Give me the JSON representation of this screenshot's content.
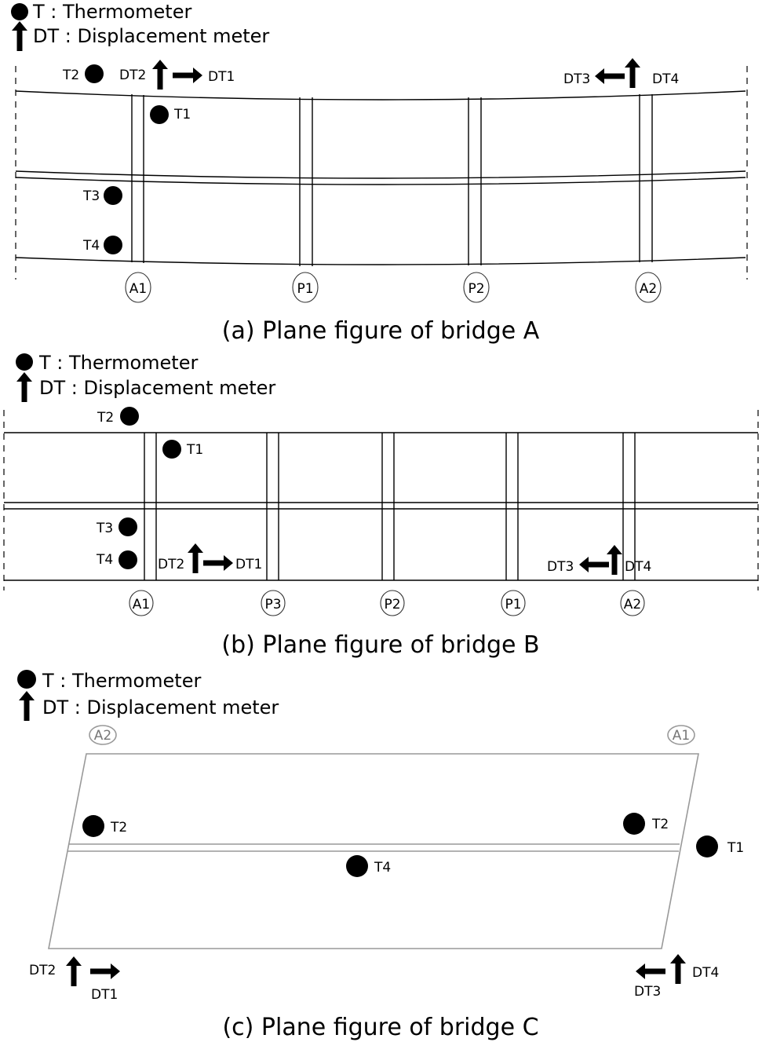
{
  "legend": {
    "thermometer": "T : Thermometer",
    "displacement": "DT : Displacement meter"
  },
  "captions": {
    "a": "(a) Plane figure of bridge A",
    "b": "(b) Plane figure of bridge B",
    "c": "(c) Plane figure of bridge C"
  },
  "bridge_a": {
    "supports": [
      "A1",
      "P1",
      "P2",
      "A2"
    ],
    "sensors": {
      "T1": "T1",
      "T2": "T2",
      "T3": "T3",
      "T4": "T4",
      "DT1": "DT1",
      "DT2": "DT2",
      "DT3": "DT3",
      "DT4": "DT4"
    }
  },
  "bridge_b": {
    "supports": [
      "A1",
      "P3",
      "P2",
      "P1",
      "A2"
    ],
    "sensors": {
      "T1": "T1",
      "T2": "T2",
      "T3": "T3",
      "T4": "T4",
      "DT1": "DT1",
      "DT2": "DT2",
      "DT3": "DT3",
      "DT4": "DT4"
    }
  },
  "bridge_c": {
    "supports": [
      "A2",
      "A1"
    ],
    "sensors": {
      "T1": "T1",
      "T2_left": "T2",
      "T2_right": "T2",
      "T4": "T4",
      "DT1": "DT1",
      "DT2": "DT2",
      "DT3": "DT3",
      "DT4": "DT4"
    }
  }
}
